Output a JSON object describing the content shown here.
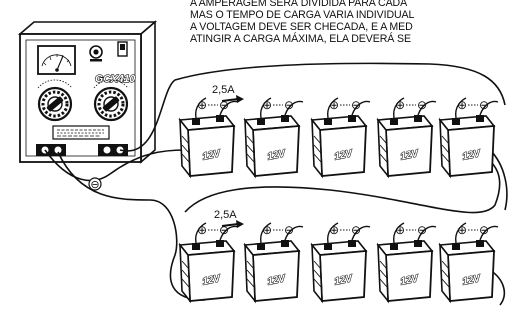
{
  "instructions": [
    "A AMPERAGEM SERÁ DIVIDIDA PARA  CADA",
    "MAS O TEMPO DE CARGA VARIA INDIVIDUAL",
    "A VOLTAGEM DEVE SER CHECADA, E A MED",
    "ATINGIR A CARGA MÁXIMA, ELA DEVERÁ SE"
  ],
  "charger": {
    "model": "GCX410",
    "negative_symbol": "⊖"
  },
  "current_label": "2,5A",
  "terminal_positive": "⊕",
  "terminal_negative": "⊖",
  "battery_label": "12V",
  "rows": [
    {
      "batteries": [
        "12V",
        "12V",
        "12V",
        "12V",
        "12V"
      ]
    },
    {
      "batteries": [
        "12V",
        "12V",
        "12V",
        "12V",
        "12V"
      ]
    }
  ]
}
